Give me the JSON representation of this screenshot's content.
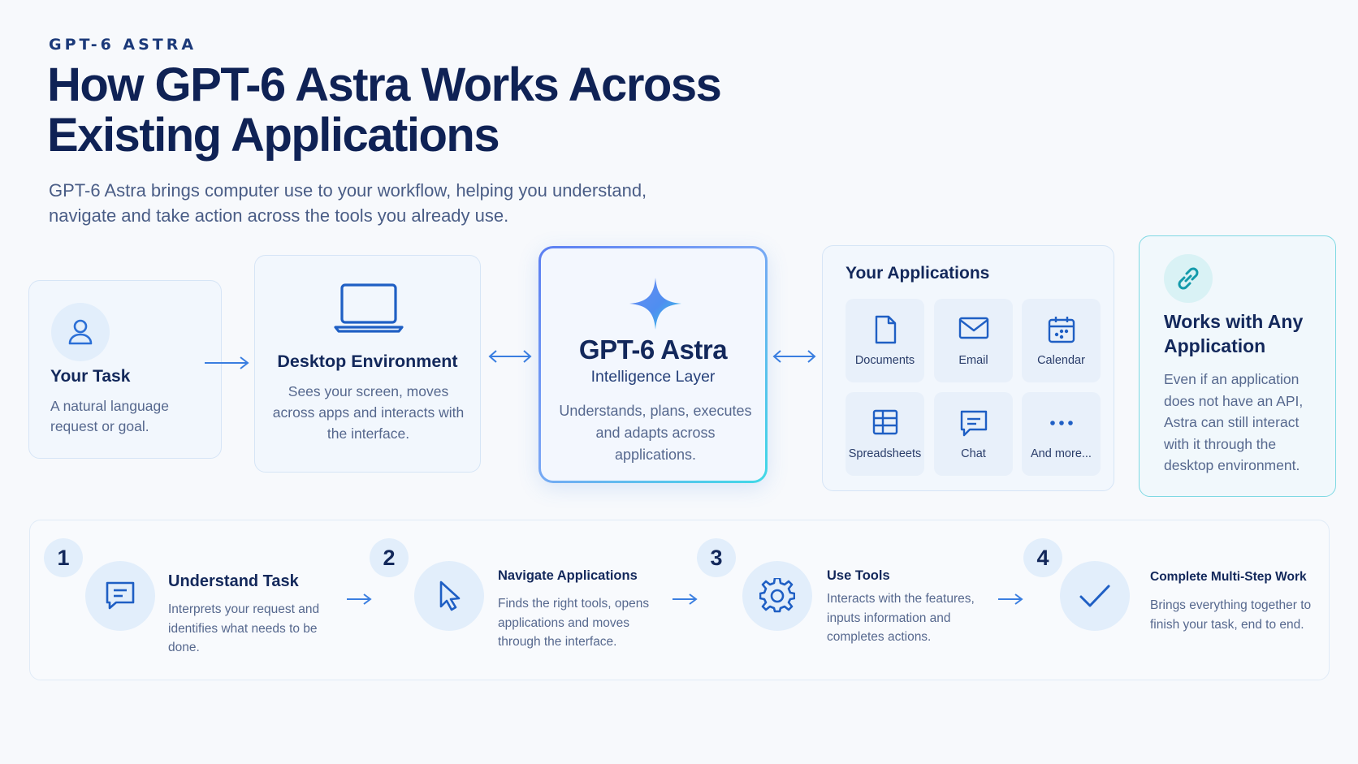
{
  "header": {
    "eyebrow": "GPT-6 ASTRA",
    "title": "How GPT-6 Astra Works Across Existing Applications",
    "subtitle": "GPT-6 Astra brings computer use to your workflow, helping you understand, navigate and take action across the tools you already use."
  },
  "task": {
    "icon": "user-icon",
    "title": "Your Task",
    "description": "A natural language request or goal."
  },
  "desktop": {
    "icon": "laptop-icon",
    "title": "Desktop Environment",
    "description": "Sees your screen, moves across apps and interacts with the interface."
  },
  "astra": {
    "icon": "sparkle-icon",
    "title": "GPT-6 Astra",
    "subtitle": "Intelligence Layer",
    "description": "Understands, plans, executes and adapts across applications."
  },
  "apps": {
    "title": "Your Applications",
    "items": [
      {
        "label": "Documents",
        "icon": "document-icon"
      },
      {
        "label": "Email",
        "icon": "email-icon"
      },
      {
        "label": "Calendar",
        "icon": "calendar-icon"
      },
      {
        "label": "Spreadsheets",
        "icon": "spreadsheet-icon"
      },
      {
        "label": "Chat",
        "icon": "chat-icon"
      },
      {
        "label": "And more...",
        "icon": "more-icon"
      }
    ]
  },
  "works": {
    "icon": "link-icon",
    "title": "Works with Any Application",
    "description": "Even if an application does not have an API, Astra can still interact with it through the desktop environment."
  },
  "steps": [
    {
      "number": "1",
      "icon": "chat-bubble-icon",
      "title": "Understand Task",
      "description": "Interprets your request and identifies what needs to be done."
    },
    {
      "number": "2",
      "icon": "cursor-icon",
      "title": "Navigate Applications",
      "description": "Finds the right tools, opens applications and moves through the interface."
    },
    {
      "number": "3",
      "icon": "gear-icon",
      "title": "Use Tools",
      "description": "Interacts with the features, inputs information and completes actions."
    },
    {
      "number": "4",
      "icon": "checkmark-icon",
      "title": "Complete Multi-Step Work",
      "description": "Brings everything together to finish your task, end to end."
    }
  ],
  "colors": {
    "navy": "#0f2255",
    "accent": "#2b6fd6",
    "teal": "#40d9e6",
    "card_bg": "#f2f7fd"
  }
}
